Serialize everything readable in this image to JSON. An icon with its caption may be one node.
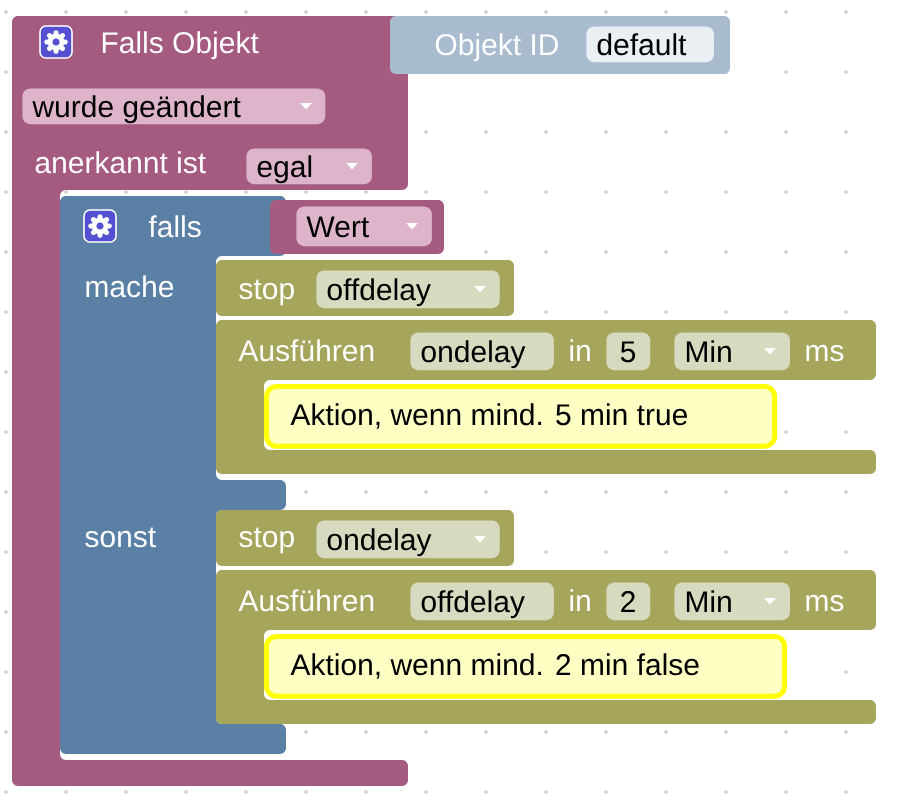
{
  "diagram": {
    "nodes": [
      {
        "text": [
          "Falls Objekt",
          "anerkannt ist"
        ]
      },
      {
        "text": [
          "wurde geändert"
        ],
        "in": 0
      },
      {
        "text": [
          "egal"
        ],
        "in": 0
      },
      {
        "text": [
          "Objekt ID"
        ]
      },
      {
        "text": [
          "default"
        ],
        "in": 3
      },
      {
        "text": [
          "falls",
          "mache",
          "sonst"
        ],
        "in": 0
      },
      {
        "text": [],
        "shape": "box"
      },
      {
        "text": [
          "Wert"
        ],
        "in": 6
      },
      {
        "text": [
          "stop"
        ]
      },
      {
        "text": [
          "offdelay"
        ],
        "in": 8
      },
      {
        "text": [
          "Ausführen",
          "in",
          "ms"
        ]
      },
      {
        "text": [
          "ondelay"
        ],
        "in": 10
      },
      {
        "text": [
          "5"
        ],
        "in": 10
      },
      {
        "text": [
          "Min"
        ],
        "in": 10
      },
      {
        "text": [
          "Aktion, wenn mind. 5 min true"
        ],
        "in": 10
      },
      {
        "text": [
          "stop"
        ]
      },
      {
        "text": [
          "ondelay"
        ],
        "in": 15
      },
      {
        "text": [
          "Ausführen",
          "in",
          "ms"
        ]
      },
      {
        "text": [
          "offdelay"
        ],
        "in": 17
      },
      {
        "text": [
          "2"
        ],
        "in": 17
      },
      {
        "text": [
          "Min"
        ],
        "in": 17
      },
      {
        "text": [
          "Aktion, wenn mind. 2 min false"
        ],
        "in": 17
      }
    ]
  }
}
